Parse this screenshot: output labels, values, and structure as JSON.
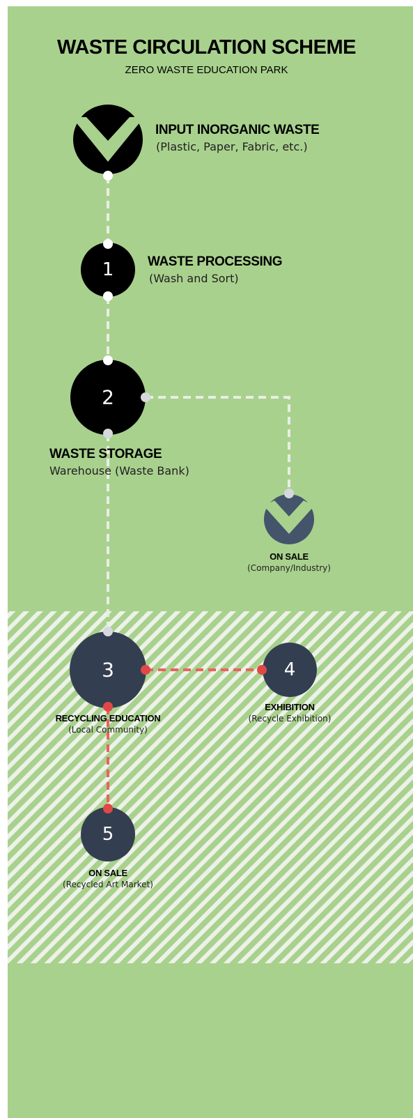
{
  "header": {
    "title": "WASTE CIRCULATION SCHEME",
    "subtitle": "ZERO WASTE EDUCATION PARK"
  },
  "colors": {
    "background_green": "#a9d18e",
    "node_black": "#000000",
    "node_navy": "#333f50",
    "onsale_navy": "#44546a",
    "connector_light": "#e8eee3",
    "connector_red": "#e8645e",
    "hatch_light": "#edf2e8"
  },
  "nodes": {
    "input": {
      "title": "INPUT INORGANIC WASTE",
      "subtitle": "(Plastic, Paper, Fabric, etc.)",
      "icon": "chevron-down-icon"
    },
    "processing": {
      "number": "1",
      "title": "WASTE PROCESSING",
      "subtitle": "(Wash and Sort)"
    },
    "storage": {
      "number": "2",
      "title": "WASTE STORAGE",
      "subtitle": "Warehouse (Waste Bank)"
    },
    "onsale_company": {
      "title": "ON SALE",
      "subtitle": "(Company/Industry)",
      "icon": "chevron-down-icon"
    },
    "education": {
      "number": "3",
      "title": "RECYCLING EDUCATION",
      "subtitle": "(Local Community)"
    },
    "exhibition": {
      "number": "4",
      "title": "EXHIBITION",
      "subtitle": "(Recycle Exhibition)"
    },
    "onsale_market": {
      "number": "5",
      "title": "ON SALE",
      "subtitle": "(Recycled Art Market)"
    }
  }
}
